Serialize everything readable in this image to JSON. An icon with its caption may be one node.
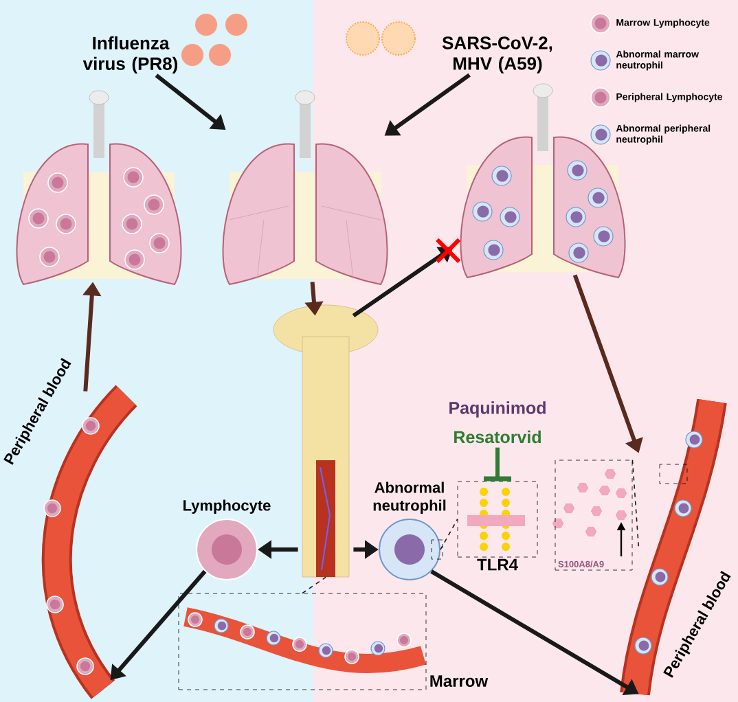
{
  "diagram": {
    "nodes": [
      {
        "text": [
          "Influenza virus (PR8)"
        ]
      },
      {
        "text": [
          "SARS-CoV-2, MHV (A59)"
        ]
      },
      {
        "text": [],
        "shape": "picture"
      },
      {
        "text": [],
        "shape": "picture"
      },
      {
        "text": [],
        "shape": "picture"
      },
      {
        "text": [],
        "shape": "picture"
      },
      {
        "text": [
          "Lymphocyte"
        ]
      },
      {
        "text": [
          "Abnormal neutrophil"
        ]
      },
      {
        "text": [
          "TLR4"
        ]
      },
      {
        "text": [
          "S100A8/A9"
        ]
      },
      {
        "text": [
          "Peripheral blood"
        ]
      },
      {
        "text": [
          "Peripheral blood"
        ]
      },
      {
        "text": [
          "Marrow"
        ]
      },
      {
        "text": [
          "Resatorvid"
        ]
      },
      {
        "text": [
          "Paquinimod"
        ]
      }
    ],
    "edges": [
      {
        "from": 0,
        "to": 3,
        "arrow": "to"
      },
      {
        "from": 1,
        "to": 3,
        "arrow": "to"
      },
      {
        "from": 3,
        "to": 5,
        "arrow": "to",
        "color": "#5a2a1e"
      },
      {
        "from": 10,
        "to": 2,
        "arrow": "to",
        "color": "#5a2a1e"
      },
      {
        "from": 5,
        "to": 4,
        "arrow": "to"
      },
      {
        "from": 4,
        "to": 11,
        "arrow": "to",
        "color": "#5a2a1e"
      },
      {
        "from": 5,
        "to": 6,
        "arrow": "to"
      },
      {
        "from": 5,
        "to": 7,
        "arrow": "to"
      },
      {
        "from": 6,
        "to": 10,
        "arrow": "to"
      },
      {
        "from": 7,
        "to": 11,
        "arrow": "to"
      },
      {
        "from": 7,
        "to": 8,
        "arrow": "none",
        "style": "dashed"
      },
      {
        "from": 9,
        "to": 11,
        "arrow": "none",
        "style": "dashed"
      },
      {
        "from": 13,
        "to": 8,
        "arrow": "other",
        "color": "#2e7d32"
      },
      {
        "from": 12,
        "to": 5,
        "arrow": "none",
        "style": "dashed"
      }
    ],
    "legend": [
      {
        "text": "Marrow Lymphocyte"
      },
      {
        "text": "Abnormal marrow neutrophil"
      },
      {
        "text": "Peripheral Lymphocyte"
      },
      {
        "text": "Abnormal peripheral neutrophil"
      }
    ]
  }
}
